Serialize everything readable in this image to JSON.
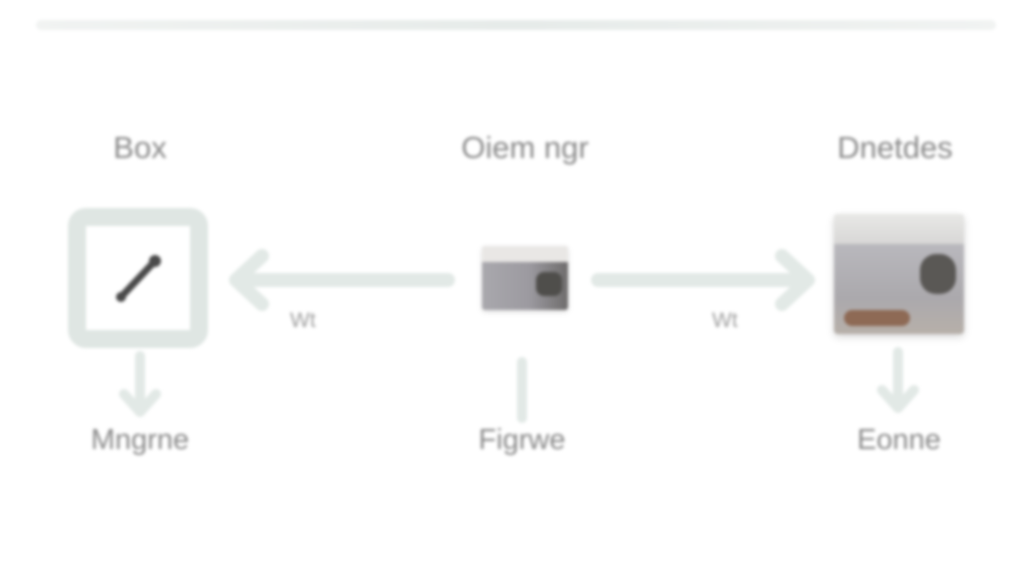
{
  "columns": [
    {
      "title": "Box",
      "caption": "Mngrne"
    },
    {
      "title": "Oiem ngr",
      "caption": "Figrwe"
    },
    {
      "title": "Dnetdes",
      "caption": "Eonne"
    }
  ],
  "edges": [
    {
      "label": "Wt"
    },
    {
      "label": "Wt"
    }
  ],
  "nodes": [
    {
      "icon": "wrench-icon"
    },
    {
      "icon": "image-thumbnail"
    },
    {
      "icon": "image-thumbnail"
    }
  ],
  "colors": {
    "arrow": "#e2e9e6",
    "node_frame": "#dfe6e3",
    "text": "#8a8a8a"
  }
}
